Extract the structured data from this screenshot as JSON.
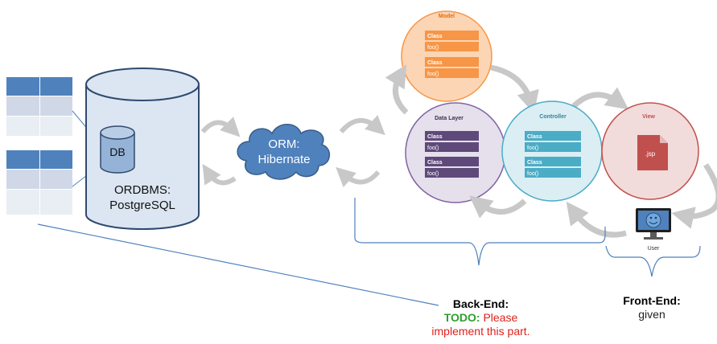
{
  "db": {
    "label": "DB"
  },
  "ordbms": {
    "line1": "ORDBMS:",
    "line2": "PostgreSQL"
  },
  "orm": {
    "line1": "ORM:",
    "line2": "Hibernate"
  },
  "model": {
    "title": "Model",
    "classes": [
      {
        "name": "Class",
        "method": "foo()"
      },
      {
        "name": "Class",
        "method": "foo()"
      }
    ]
  },
  "data_layer": {
    "title": "Data Layer",
    "classes": [
      {
        "name": "Class",
        "method": "foo()"
      },
      {
        "name": "Class",
        "method": "foo()"
      }
    ]
  },
  "controller": {
    "title": "Controller",
    "classes": [
      {
        "name": "Class",
        "method": "foo()"
      },
      {
        "name": "Class",
        "method": "foo()"
      }
    ]
  },
  "view": {
    "title": "View",
    "file": ".jsp"
  },
  "user": {
    "label": "User"
  },
  "backend": {
    "title": "Back-End:",
    "todo": "TODO:",
    "line1": "Please",
    "line2": "implement this part."
  },
  "frontend": {
    "title": "Front-End:",
    "subtitle": "given"
  },
  "colors": {
    "db_fill": "#dce6f2",
    "db_stroke": "#2f4a6e",
    "table_dark": "#4f81bd",
    "table_mid": "#d0d8e8",
    "table_light": "#e9edf4",
    "cloud": "#4f81bd",
    "model_fill": "#fcd5b5",
    "model_stroke": "#f79646",
    "model_bar": "#f79646",
    "data_fill": "#e5e0ec",
    "data_stroke": "#8064a2",
    "data_bar": "#5f497a",
    "ctrl_fill": "#dbeef4",
    "ctrl_stroke": "#4bacc6",
    "ctrl_bar": "#4bacc6",
    "view_fill": "#f2dcdb",
    "view_stroke": "#c0504d",
    "arrow": "#c8c8c8",
    "brace": "#4f81bd",
    "todo": "#2ca02c",
    "todo_red": "#e0201b"
  },
  "icons": [
    "table-icon",
    "database-icon",
    "cloud-icon",
    "jsp-file-icon",
    "monitor-user-icon",
    "cycle-arrow-icon"
  ]
}
